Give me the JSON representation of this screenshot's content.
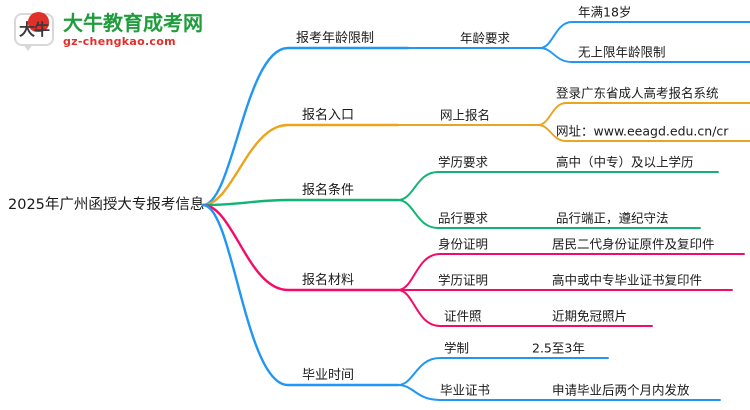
{
  "logo": {
    "mark_glyph": "大牛",
    "title": "大牛教育成考网",
    "subtitle": "gz-chengkao.com",
    "title_color": "#1f9d3d",
    "subtitle_color": "#e0302b",
    "mark_color": "#e0302b"
  },
  "mindmap": {
    "root": "2025年广州函授大专报考信息",
    "branches": [
      {
        "label": "报考年龄限制",
        "color": "#2196f3",
        "children": [
          {
            "label": "年龄要求",
            "items": [
              "年满18岁",
              "无上限年龄限制"
            ]
          }
        ]
      },
      {
        "label": "报名入口",
        "color": "#eaa41e",
        "children": [
          {
            "label": "网上报名",
            "items": [
              "登录广东省成人高考报名系统",
              "网址：www.eeagd.edu.cn/cr"
            ]
          }
        ]
      },
      {
        "label": "报名条件",
        "color": "#10b573",
        "children": [
          {
            "label": "学历要求",
            "items": [
              "高中（中专）及以上学历"
            ]
          },
          {
            "label": "品行要求",
            "items": [
              "品行端正，遵纪守法"
            ]
          }
        ]
      },
      {
        "label": "报名材料",
        "color": "#f50a68",
        "children": [
          {
            "label": "身份证明",
            "items": [
              "居民二代身份证原件及复印件"
            ]
          },
          {
            "label": "学历证明",
            "items": [
              "高中或中专毕业证书复印件"
            ]
          },
          {
            "label": "证件照",
            "items": [
              "近期免冠照片"
            ]
          }
        ]
      },
      {
        "label": "毕业时间",
        "color": "#2196f3",
        "children": [
          {
            "label": "学制",
            "items": [
              "2.5至3年"
            ]
          },
          {
            "label": "毕业证书",
            "items": [
              "申请毕业后两个月内发放"
            ]
          }
        ]
      }
    ]
  }
}
